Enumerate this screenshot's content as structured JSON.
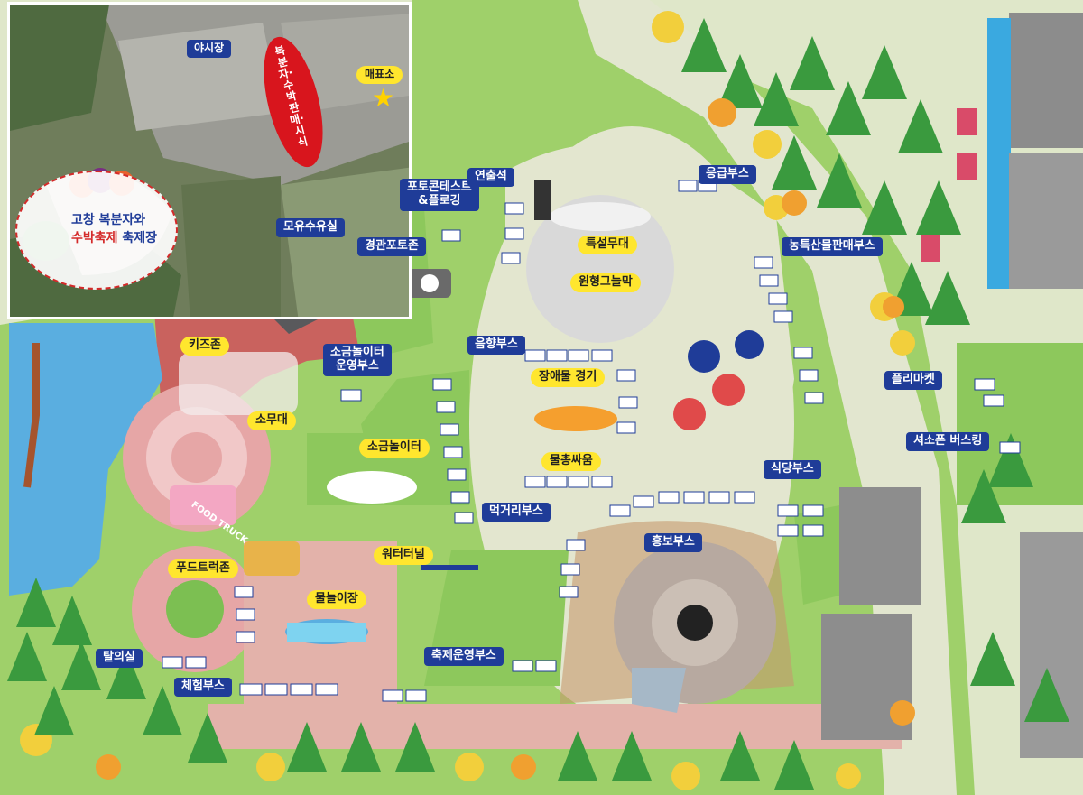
{
  "inset": {
    "night_market": "야시장",
    "ticket_office": "매표소",
    "sales_market": "복분자·수박판매·시식",
    "festival_line1": "고창 복분자와",
    "festival_line2a": "수박축제",
    "festival_line2b": " 축제장"
  },
  "labels": {
    "mother_nursing_room": "모유수유실",
    "photo_contest": "포토콘테스트\n&플로깅",
    "performers_seat": "연출석",
    "emergency_booth": "응급부스",
    "landscape_photo_zone": "경관포토존",
    "special_stage": "특설무대",
    "round_shade": "원형그늘막",
    "farm_products_booth": "농특산물판매부스",
    "kids_zone": "키즈존",
    "small_stage": "소무대",
    "salt_play_booth": "소금놀이터\n운영부스",
    "sound_booth": "음향부스",
    "disabled_race": "장애물 경기",
    "flea_market": "플리마켓",
    "salt_playground": "소금놀이터",
    "water_gun_fight": "물총싸움",
    "shuttle_bus": "셔소폰 버스킹",
    "food_booth": "식당부스",
    "eating_booth": "먹거리부스",
    "pr_booth": "홍보부스",
    "food_truck_zone": "푸드트럭존",
    "water_tunnel": "워터터널",
    "water_play": "물놀이장",
    "dressing_room": "탈의실",
    "festival_ops_booth": "축제운영부스",
    "experience_booth": "체험부스",
    "food_truck_sign": "FOOD TRUCK"
  },
  "colors": {
    "grass": "#8fc85a",
    "path": "#dfe3cc",
    "brick": "#c9625e",
    "water": "#5aaee0",
    "label_blue": "#1f3c98",
    "label_yellow": "#ffe62e",
    "tree_green": "#3a9a3e",
    "tree_yellow": "#f2cf3c"
  }
}
